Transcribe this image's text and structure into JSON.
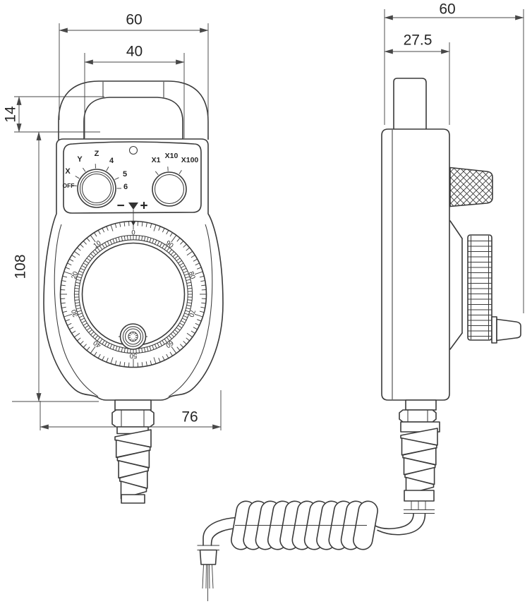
{
  "drawing_title": "manual-pulse-generator-handwheel-two-view-drawing",
  "front_view": {
    "dimensions": {
      "overall_width": "60",
      "handle_width": "40",
      "handle_height": "14",
      "body_height": "108",
      "body_width": "76"
    },
    "axis_selector": {
      "labels": {
        "off": "OFF",
        "x": "X",
        "y": "Y",
        "z": "Z",
        "a4": "4",
        "a5": "5",
        "a6": "6"
      }
    },
    "multiplier_selector": {
      "labels": {
        "x1": "X1",
        "x10": "X10",
        "x100": "X100"
      }
    },
    "direction_marks": {
      "minus": "−",
      "plus": "+"
    },
    "dial": {
      "numbers": [
        "0",
        "10",
        "20",
        "30",
        "40",
        "50",
        "60",
        "70",
        "80",
        "90"
      ]
    }
  },
  "side_view": {
    "dimensions": {
      "overall_depth": "60",
      "body_depth": "27.5"
    }
  },
  "line_color": "#3a3a3a"
}
